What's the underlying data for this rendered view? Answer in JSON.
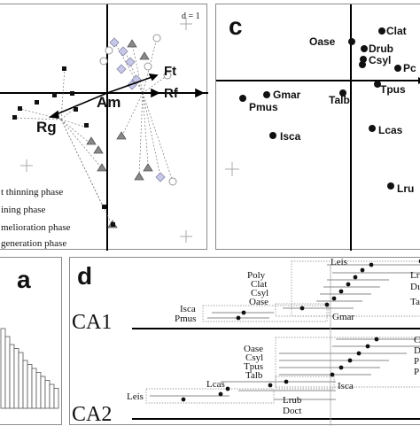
{
  "panel_b": {
    "scale_label": "d = 1",
    "vectors": [
      "Ft",
      "Rf",
      "Am",
      "Rg"
    ],
    "legend": [
      "t thinning  phase",
      "ining phase",
      "melioration phase",
      "generation phase"
    ]
  },
  "panel_c": {
    "letter": "c",
    "species": [
      "Clat",
      "Oase",
      "Drub",
      "Csyl",
      "Pc",
      "Gmar",
      "Tpus",
      "Pmus",
      "Talb",
      "Isca",
      "Lcas",
      "Lru"
    ]
  },
  "panel_a": {
    "letter": "a"
  },
  "panel_d": {
    "letter": "d",
    "axis1_label": "CA1",
    "axis2_label": "CA2",
    "ca1_labels": [
      "Leis",
      "Poly",
      "Clat",
      "Csyl",
      "Oase",
      "Isca",
      "Pmus",
      "Gmar",
      "Lr",
      "Dı",
      "Ta"
    ],
    "ca2_labels": [
      "Oase",
      "Csyl",
      "Tpus",
      "Talb",
      "Lcas",
      "Leis",
      "Lrub",
      "Doct",
      "Isca",
      "C",
      "Di",
      "P",
      "P"
    ]
  },
  "chart_data": [
    {
      "type": "scatter",
      "title": "",
      "vectors": [
        "Ft",
        "Rf",
        "Am",
        "Rg"
      ],
      "legend": [
        "t thinning  phase",
        "ining phase",
        "melioration phase",
        "generation phase"
      ]
    },
    {
      "type": "scatter",
      "title": "",
      "points": [
        "Clat",
        "Oase",
        "Drub",
        "Csyl",
        "Pc",
        "Gmar",
        "Tpus",
        "Pmus",
        "Talb",
        "Isca",
        "Lcas",
        "Lru"
      ]
    },
    {
      "type": "bar",
      "title": "",
      "values": [
        10,
        9,
        8,
        7.5,
        7,
        6,
        5.5,
        5,
        4.5,
        4,
        3.5,
        3,
        2.5
      ]
    }
  ]
}
